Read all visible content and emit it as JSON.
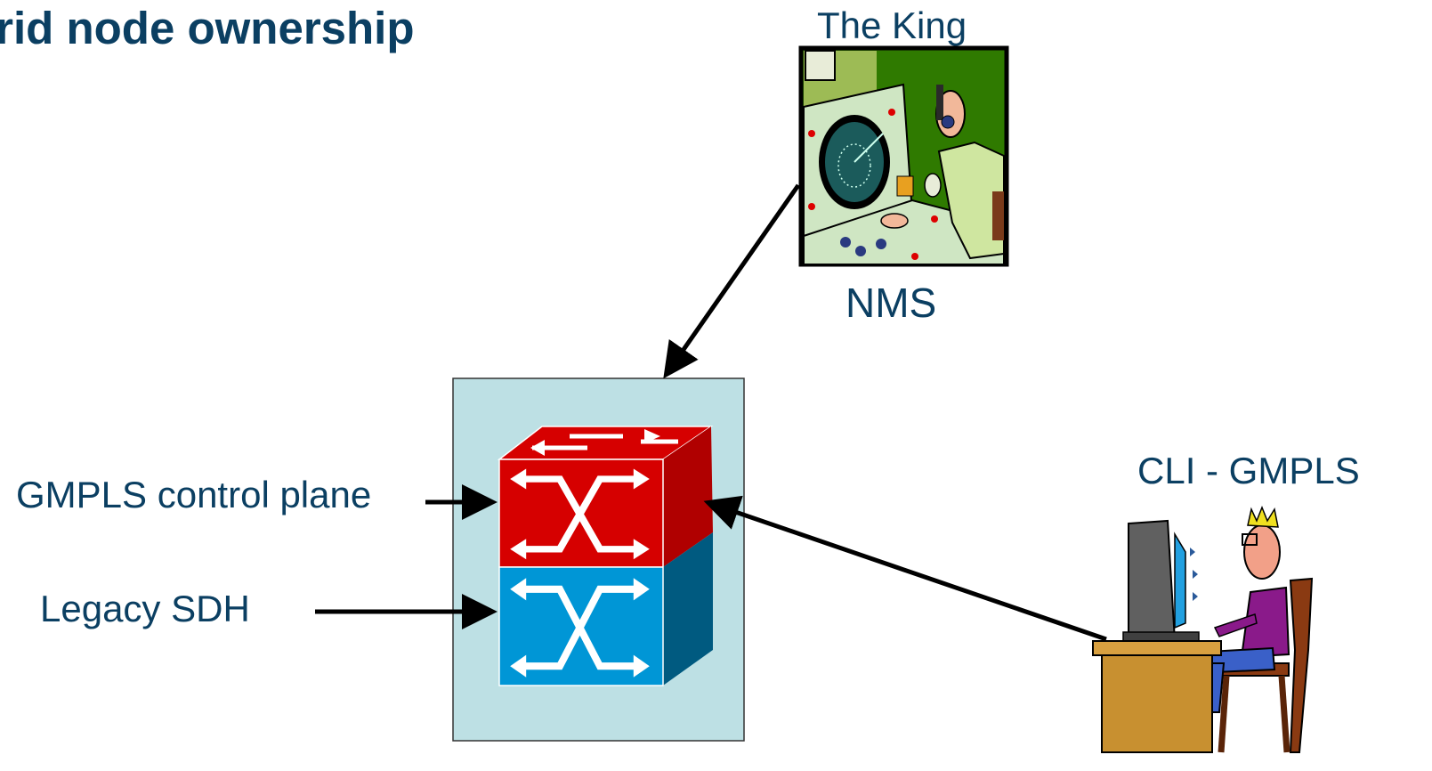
{
  "title": "brid node ownership",
  "nms": {
    "top_label": "The King",
    "bottom_label": "NMS",
    "icon": "radar-operator-illustration"
  },
  "node": {
    "control_plane_label": "GMPLS control plane",
    "legacy_label": "Legacy SDH",
    "control_plane_color": "#d60000",
    "legacy_color": "#0096d6",
    "panel_color": "#bde0e4",
    "switch_icon": "crossconnect-switch-icon"
  },
  "cli": {
    "label": "CLI - GMPLS",
    "icon": "user-at-computer-illustration"
  },
  "colors": {
    "text": "#0b3f62",
    "arrow": "#000000"
  }
}
